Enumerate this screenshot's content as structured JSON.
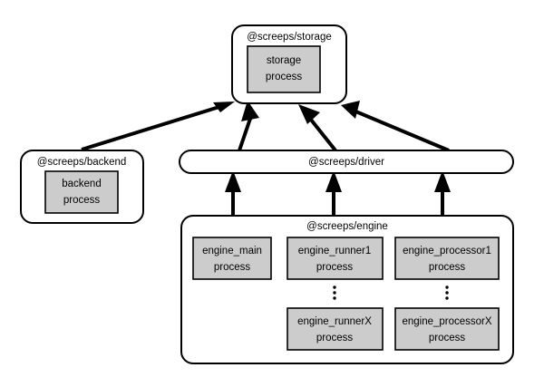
{
  "diagram": {
    "title": "screeps architecture process diagram",
    "background_color": "#ffffff",
    "line_color": "#000000",
    "process_fill_color": "#cccccc",
    "package_fill_color": "#ffffff"
  },
  "packages": {
    "storage": {
      "label": "@screeps/storage",
      "processes": [
        {
          "line1": "storage",
          "line2": "process"
        }
      ]
    },
    "backend": {
      "label": "@screeps/backend",
      "processes": [
        {
          "line1": "backend",
          "line2": "process"
        }
      ]
    },
    "driver": {
      "label": "@screeps/driver"
    },
    "engine": {
      "label": "@screeps/engine",
      "processes": [
        {
          "line1": "engine_main",
          "line2": "process"
        },
        {
          "line1": "engine_runner1",
          "line2": "process"
        },
        {
          "line1": "engine_processor1",
          "line2": "process"
        },
        {
          "line1": "engine_runnerX",
          "line2": "process"
        },
        {
          "line1": "engine_processorX",
          "line2": "process"
        }
      ],
      "ellipsis": [
        "vertical-dots",
        "vertical-dots"
      ]
    }
  },
  "connections": [
    {
      "from": "@screeps/backend",
      "to": "@screeps/storage"
    },
    {
      "from": "@screeps/driver",
      "to": "@screeps/storage"
    },
    {
      "from": "@screeps/driver",
      "to": "@screeps/storage"
    },
    {
      "from": "@screeps/driver",
      "to": "@screeps/storage"
    },
    {
      "from": "@screeps/engine",
      "to": "@screeps/driver"
    },
    {
      "from": "@screeps/engine",
      "to": "@screeps/driver"
    },
    {
      "from": "@screeps/engine",
      "to": "@screeps/driver"
    }
  ]
}
